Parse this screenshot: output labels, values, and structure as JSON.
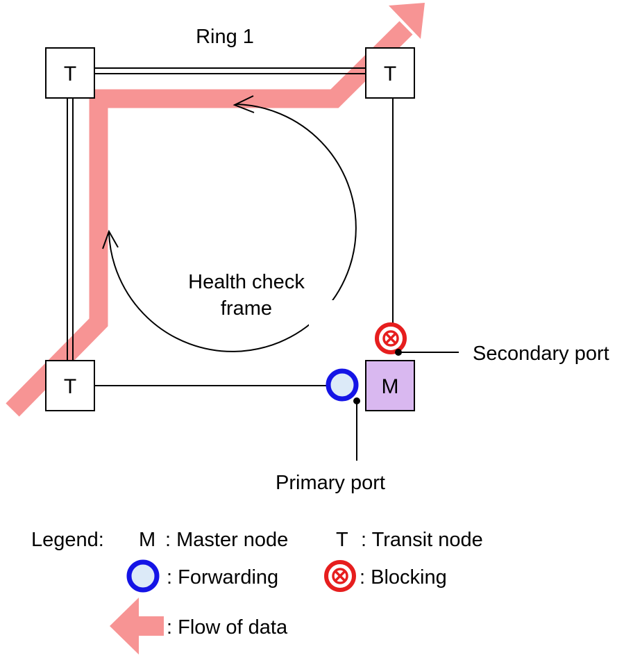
{
  "diagram": {
    "ring_label": "Ring 1",
    "health_check_line1": "Health check",
    "health_check_line2": "frame",
    "secondary_port_label": "Secondary port",
    "primary_port_label": "Primary port",
    "nodes": {
      "top_left": "T",
      "top_right": "T",
      "bottom_left": "T",
      "master": "M"
    }
  },
  "legend": {
    "title": "Legend:",
    "master_symbol": "M",
    "master_text": ": Master node",
    "transit_symbol": "T",
    "transit_text": ": Transit node",
    "forwarding_text": ": Forwarding",
    "blocking_text": ": Blocking",
    "flow_text": ": Flow of data"
  },
  "colors": {
    "data_flow": "#f79494",
    "master_fill": "#d9b8f0",
    "forwarding_stroke": "#1414e6",
    "forwarding_fill": "#dceaf8",
    "blocking": "#e61e1e"
  }
}
